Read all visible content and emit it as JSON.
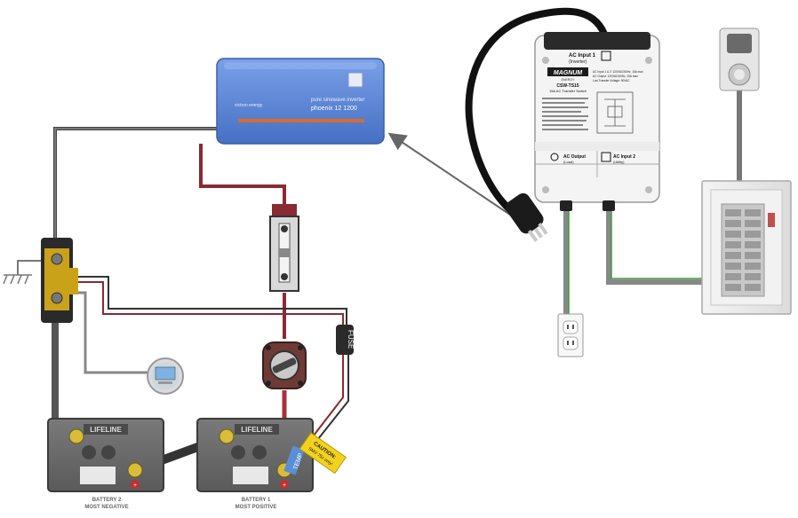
{
  "inverter": {
    "brand": "victron energy",
    "model_line1": "pure sinewave inverter",
    "model_line2": "phoenix 12 1200"
  },
  "transfer_switch": {
    "brand": "MAGNUM",
    "brand_sub": "ENERGY",
    "model": "CSW-TS15",
    "subtitle": "15A AC Transfer Switch",
    "ac_input1_label": "AC Input 1",
    "ac_input1_sub": "(Inverter)",
    "ac_output_label": "AC Output",
    "ac_output_sub": "(Load)",
    "ac_input2_label": "AC Input 2",
    "ac_input2_sub": "(Utility)",
    "spec1": "AC Input 1 & 2: 120VAC/60Hz, 15A max",
    "spec2": "AC Output: 120VAC/60Hz, 15A max",
    "spec3": "Low Transfer Voltage: 90VAC"
  },
  "fuse": {
    "label": "FUSE"
  },
  "caution": {
    "line1": "CAUTION:",
    "line2": "SMV 75x only!"
  },
  "temp": {
    "label": "TEMP"
  },
  "battery2": {
    "brand": "LIFELINE",
    "line1": "BATTERY 2",
    "line2": "MOST NEGATIVE"
  },
  "battery1": {
    "brand": "LIFELINE",
    "line1": "BATTERY 1",
    "line2": "MOST POSITIVE"
  },
  "colors": {
    "positive": "#a8303a",
    "negative": "#555555",
    "inverter": "#4a78c8"
  }
}
